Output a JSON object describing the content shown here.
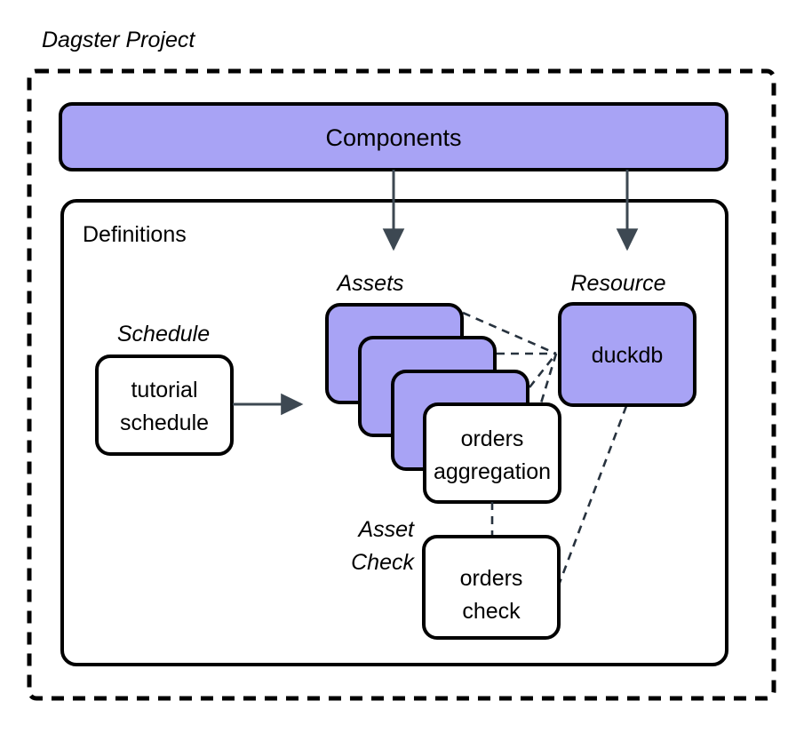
{
  "diagram": {
    "title": "Dagster Project",
    "outer_container": {
      "label": "Dagster Project",
      "border_style": "dashed"
    },
    "components_box": {
      "label": "Components",
      "fill": "#a8a3f5"
    },
    "definitions_box": {
      "label": "Definitions",
      "border_style": "solid"
    },
    "group_labels": {
      "schedule": "Schedule",
      "assets": "Assets",
      "resource": "Resource",
      "asset_check_line1": "Asset",
      "asset_check_line2": "Check"
    },
    "nodes": {
      "schedule_node": {
        "line1": "tutorial",
        "line2": "schedule",
        "fill": "#ffffff"
      },
      "asset_stack": [
        {
          "label": "",
          "fill": "#a8a3f5"
        },
        {
          "label": "",
          "fill": "#a8a3f5"
        },
        {
          "label": "",
          "fill": "#a8a3f5"
        }
      ],
      "orders_aggregation": {
        "line1": "orders",
        "line2": "aggregation",
        "fill": "#ffffff"
      },
      "duckdb": {
        "label": "duckdb",
        "fill": "#a8a3f5"
      },
      "orders_check": {
        "line1": "orders",
        "line2": "check",
        "fill": "#ffffff"
      }
    },
    "connections": [
      {
        "from": "components_box",
        "to": "assets",
        "style": "solid-arrow"
      },
      {
        "from": "components_box",
        "to": "resource",
        "style": "solid-arrow"
      },
      {
        "from": "schedule_node",
        "to": "assets",
        "style": "solid-arrow"
      },
      {
        "from": "asset_1",
        "to": "duckdb",
        "style": "dashed"
      },
      {
        "from": "asset_2",
        "to": "duckdb",
        "style": "dashed"
      },
      {
        "from": "asset_3",
        "to": "duckdb",
        "style": "dashed"
      },
      {
        "from": "orders_aggregation",
        "to": "duckdb",
        "style": "dashed"
      },
      {
        "from": "orders_aggregation",
        "to": "orders_check",
        "style": "dashed"
      },
      {
        "from": "duckdb",
        "to": "orders_check",
        "style": "dashed"
      }
    ],
    "colors": {
      "accent_purple": "#a8a3f5",
      "stroke_black": "#000000",
      "arrow_gray": "#3d4852",
      "background": "#ffffff"
    }
  }
}
